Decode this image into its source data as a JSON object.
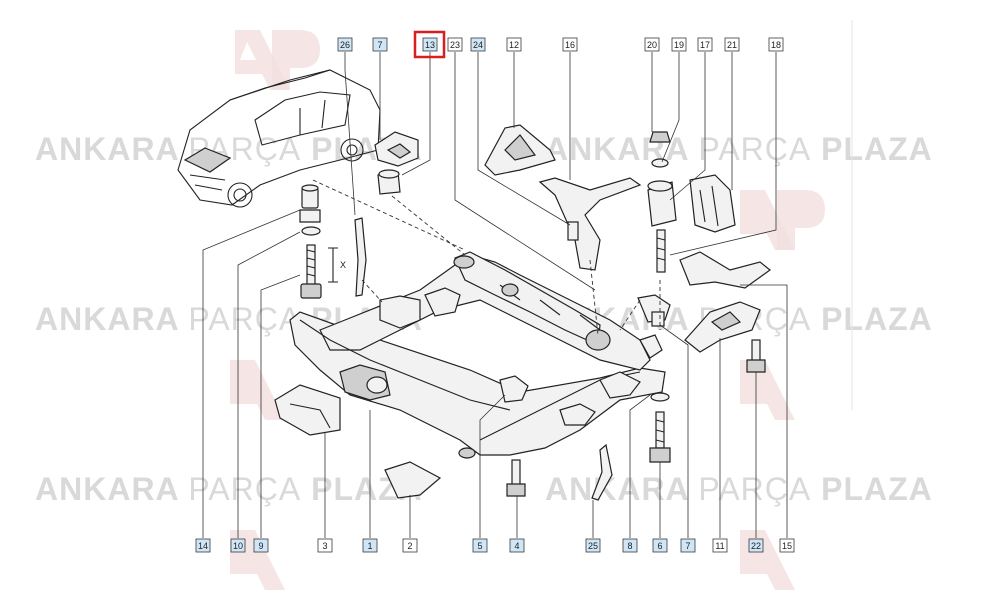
{
  "watermark": {
    "word1": "ANKARA",
    "word2": "PARÇA",
    "word3": "PLAZA",
    "logo": "AP"
  },
  "colors": {
    "label_fill_blue": "#cfe6f7",
    "label_fill_white": "#ffffff",
    "highlight": "#d81e1e",
    "watermark": "#d9d9d9",
    "logo_watermark": "#f3dede"
  },
  "top_labels": [
    {
      "id": "26",
      "style": "blue"
    },
    {
      "id": "7",
      "style": "blue"
    },
    {
      "id": "13",
      "style": "blue",
      "highlighted": true
    },
    {
      "id": "23",
      "style": "white"
    },
    {
      "id": "24",
      "style": "blue"
    },
    {
      "id": "12",
      "style": "white"
    },
    {
      "id": "16",
      "style": "white"
    },
    {
      "id": "20",
      "style": "white"
    },
    {
      "id": "19",
      "style": "white"
    },
    {
      "id": "17",
      "style": "white"
    },
    {
      "id": "21",
      "style": "white"
    },
    {
      "id": "18",
      "style": "white"
    }
  ],
  "bottom_labels": [
    {
      "id": "14",
      "style": "blue"
    },
    {
      "id": "10",
      "style": "blue"
    },
    {
      "id": "9",
      "style": "blue"
    },
    {
      "id": "3",
      "style": "white"
    },
    {
      "id": "1",
      "style": "blue"
    },
    {
      "id": "2",
      "style": "white"
    },
    {
      "id": "5",
      "style": "blue"
    },
    {
      "id": "4",
      "style": "blue"
    },
    {
      "id": "25",
      "style": "blue"
    },
    {
      "id": "8",
      "style": "blue"
    },
    {
      "id": "6",
      "style": "blue"
    },
    {
      "id": "7",
      "style": "blue"
    },
    {
      "id": "11",
      "style": "white"
    },
    {
      "id": "22",
      "style": "blue"
    },
    {
      "id": "15",
      "style": "white"
    }
  ],
  "dimension_label": "X",
  "icons": [
    "car-silhouette-icon",
    "subframe-diagram"
  ]
}
